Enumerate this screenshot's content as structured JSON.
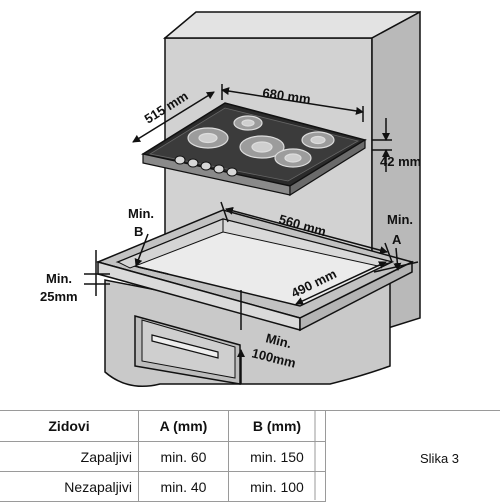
{
  "figure": {
    "labels": {
      "hob_depth": "515 mm",
      "hob_width": "680 mm",
      "hob_height": "42 mm",
      "cutout_width": "560 mm",
      "cutout_depth": "490 mm",
      "min_b_line1": "Min.",
      "min_b_line2": "B",
      "min_a_line1": "Min.",
      "min_a_line2": "A",
      "min_25_line1": "Min.",
      "min_25_line2": "25mm",
      "min_100_line1": "Min.",
      "min_100_line2": "100mm"
    }
  },
  "table": {
    "headers": [
      "Zidovi",
      "A (mm)",
      "B (mm)"
    ],
    "rows": [
      [
        "Zapaljivi",
        "min. 60",
        "min. 150"
      ],
      [
        "Nezapaljivi",
        "min. 40",
        "min. 100"
      ]
    ]
  },
  "caption": "Slika 3"
}
